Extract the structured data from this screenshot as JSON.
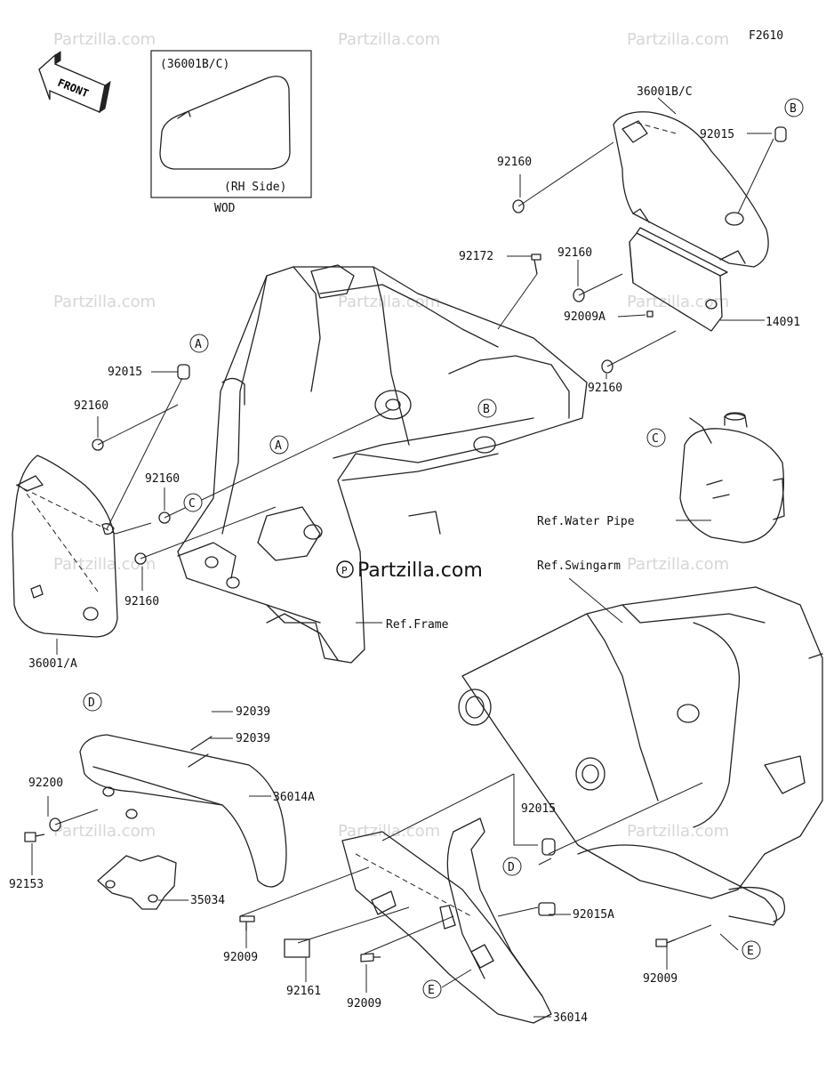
{
  "diagram_code": "F2610",
  "front_label": "FRONT",
  "inset": {
    "part": "(36001B/C)",
    "side": "(RH Side)",
    "variant": "WOD"
  },
  "brand_mark": "Partzilla.com",
  "watermark_text": "Partzilla.com",
  "refs": {
    "frame": "Ref.Frame",
    "water_pipe": "Ref.Water Pipe",
    "swingarm": "Ref.Swingarm"
  },
  "callouts": [
    "A",
    "B",
    "C",
    "D",
    "E"
  ],
  "parts": {
    "p36001bc": "36001B/C",
    "p36001a": "36001/A",
    "p14091": "14091",
    "p92015": "92015",
    "p92015a": "92015A",
    "p92160": "92160",
    "p92172": "92172",
    "p92009": "92009",
    "p92009a": "92009A",
    "p92039": "92039",
    "p36014a": "36014A",
    "p36014": "36014",
    "p92200": "92200",
    "p92153": "92153",
    "p35034": "35034",
    "p92161": "92161"
  }
}
